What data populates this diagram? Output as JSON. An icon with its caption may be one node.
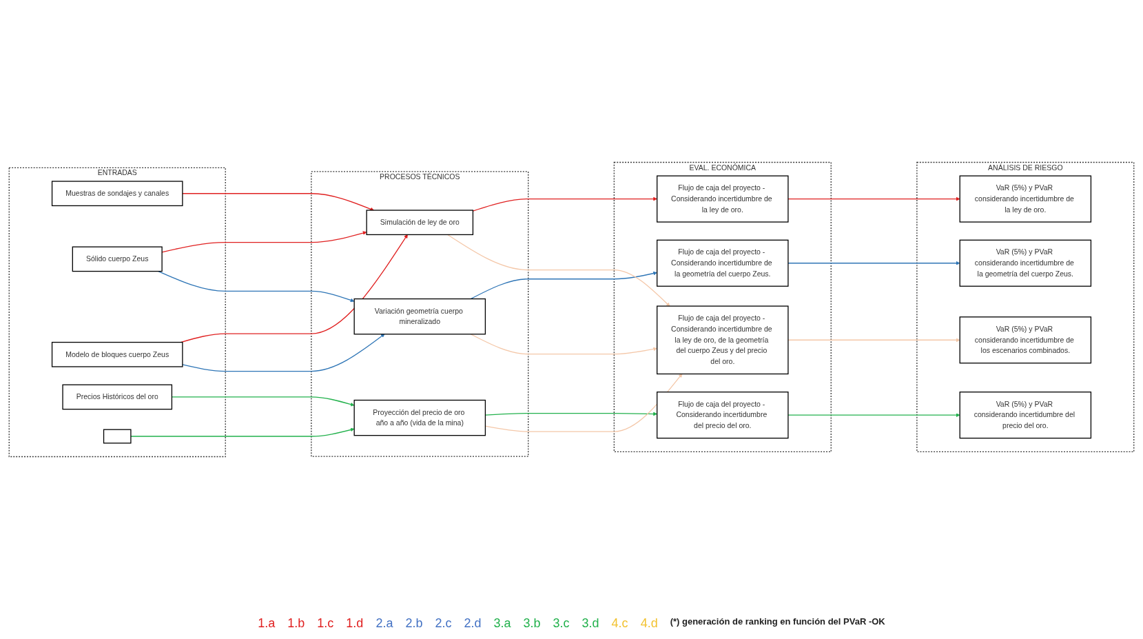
{
  "diagram": {
    "nodes": [
      {
        "text": [
          "ENTRADAS"
        ]
      },
      {
        "text": [
          "Muestras de sondajes y canales"
        ],
        "in": 0
      },
      {
        "text": [
          "Sólido cuerpo Zeus"
        ],
        "in": 0
      },
      {
        "text": [
          "Modelo de bloques cuerpo Zeus"
        ],
        "in": 0
      },
      {
        "text": [
          "Precios Históricos del oro"
        ],
        "in": 0
      },
      {
        "text": [],
        "shape": "box",
        "in": 0
      },
      {
        "text": [
          "PROCESOS TÉCNICOS"
        ]
      },
      {
        "text": [
          "Simulación de ley de oro"
        ],
        "in": 6
      },
      {
        "text": [
          "Variación geometría cuerpo mineralizado"
        ],
        "in": 6
      },
      {
        "text": [
          "Proyección del precio de oro año a año (vida de la mina)"
        ],
        "in": 6
      },
      {
        "text": [
          "EVAL. ECONÓMICA"
        ]
      },
      {
        "text": [
          "Flujo de caja del proyecto - Considerando incertidumbre de la ley de oro."
        ],
        "in": 10
      },
      {
        "text": [
          "Flujo de caja del proyecto - Considerando incertidumbre de la geometría del cuerpo Zeus."
        ],
        "in": 10
      },
      {
        "text": [
          "Flujo de caja del proyecto - Considerando incertidumbre del precio del oro."
        ],
        "in": 10
      },
      {
        "text": [
          "Flujo de caja del proyecto - Considerando incertidumbre de la ley de oro, de la geometría del cuerpo Zeus y del precio del oro."
        ],
        "in": 10
      },
      {
        "text": [
          "ANÁLISIS DE RIESGO"
        ]
      },
      {
        "text": [
          "VaR (5%) y PVaR considerando incertidumbre de la ley de oro."
        ],
        "in": 15
      },
      {
        "text": [
          "VaR (5%) y PVaR considerando incertidumbre de la geometría del cuerpo Zeus."
        ],
        "in": 15
      },
      {
        "text": [
          "VaR (5%) y PVaR considerando incertidumbre del precio del oro."
        ],
        "in": 15
      },
      {
        "text": [
          "VaR (5%) y PVaR considerando incertidumbre de los escenarios combinados."
        ],
        "in": 15
      }
    ],
    "edges": [
      {
        "from": 1,
        "to": 7,
        "arrow": "to",
        "color": "#e02020"
      },
      {
        "from": 2,
        "to": 7,
        "arrow": "to",
        "color": "#e02020"
      },
      {
        "from": 3,
        "to": 7,
        "arrow": "to",
        "color": "#e02020"
      },
      {
        "from": 2,
        "to": 8,
        "arrow": "to",
        "color": "#2e75b6"
      },
      {
        "from": 3,
        "to": 8,
        "arrow": "to",
        "color": "#2e75b6"
      },
      {
        "from": 4,
        "to": 9,
        "arrow": "to",
        "color": "#22b14c"
      },
      {
        "from": 5,
        "to": 9,
        "arrow": "to",
        "color": "#22b14c"
      },
      {
        "from": 7,
        "to": 11,
        "arrow": "to",
        "color": "#e02020"
      },
      {
        "from": 8,
        "to": 12,
        "arrow": "to",
        "color": "#2e75b6"
      },
      {
        "from": 9,
        "to": 13,
        "arrow": "to",
        "color": "#22b14c"
      },
      {
        "from": 7,
        "to": 14,
        "arrow": "to",
        "color": "#f4c7a8"
      },
      {
        "from": 8,
        "to": 14,
        "arrow": "to",
        "color": "#f4c7a8"
      },
      {
        "from": 9,
        "to": 14,
        "arrow": "to",
        "color": "#f4c7a8"
      },
      {
        "from": 11,
        "to": 16,
        "arrow": "to",
        "color": "#e02020"
      },
      {
        "from": 12,
        "to": 17,
        "arrow": "to",
        "color": "#2e75b6"
      },
      {
        "from": 13,
        "to": 18,
        "arrow": "to",
        "color": "#22b14c"
      },
      {
        "from": 14,
        "to": 19,
        "arrow": "to",
        "color": "#f4c7a8"
      }
    ],
    "labels": [
      "1.a",
      "1.b",
      "1.c",
      "1.d",
      "2.a",
      "2.b",
      "2.c",
      "2.d",
      "3.a",
      "3.b",
      "3.c",
      "3.d",
      "4.c",
      "4.d",
      "(*) generación de ranking en función del PVaR -OK"
    ]
  }
}
